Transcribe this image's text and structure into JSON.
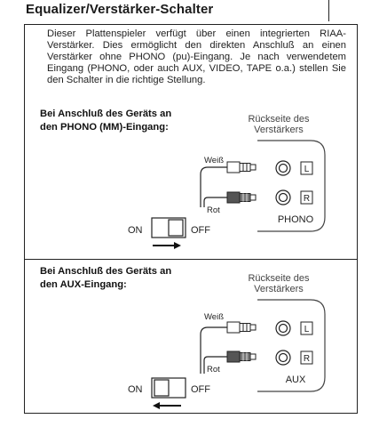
{
  "title": "Equalizer/Verstärker-Schalter",
  "intro": "Dieser Plattenspieler verfügt über einen integrierten RIAA-Verstärker. Dies ermöglicht den direkten Anschluß an einen Verstärker ohne PHONO (pu)-Eingang. Je nach verwendetem Eingang (PHONO, oder auch AUX, VIDEO, TAPE o.a.) stellen Sie den Schalter in die richtige Stellung.",
  "sections": [
    {
      "heading_line1": "Bei Anschluß des Geräts an",
      "heading_line2": "den PHONO (MM)-Eingang:",
      "rear_line1": "Rückseite des",
      "rear_line2": "Verstärkers",
      "wire_white": "Weiß",
      "wire_red": "Rot",
      "jack_left": "L",
      "jack_right": "R",
      "input_name": "PHONO",
      "switch_on": "ON",
      "switch_off": "OFF",
      "switch_position": "OFF",
      "arrow_direction": "right"
    },
    {
      "heading_line1": "Bei Anschluß des Geräts an",
      "heading_line2": "den AUX-Eingang:",
      "rear_line1": "Rückseite des",
      "rear_line2": "Verstärkers",
      "wire_white": "Weiß",
      "wire_red": "Rot",
      "jack_left": "L",
      "jack_right": "R",
      "input_name": "AUX",
      "switch_on": "ON",
      "switch_off": "OFF",
      "switch_position": "ON",
      "arrow_direction": "left"
    }
  ]
}
